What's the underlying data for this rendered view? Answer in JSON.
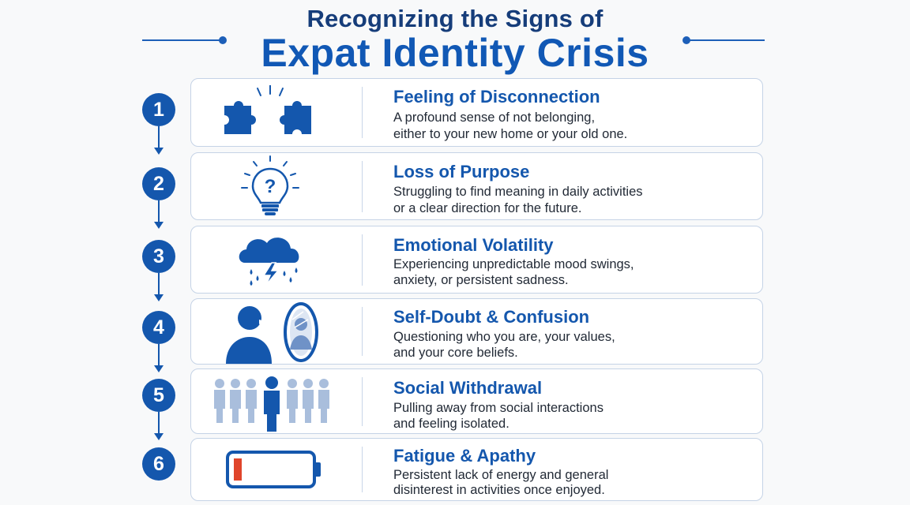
{
  "header": {
    "title_line1": "Recognizing the Signs of",
    "title_line2": "Expat Identity Crisis"
  },
  "colors": {
    "primary": "#1457ad",
    "title_dark": "#163d7a",
    "card_border": "#c5d3e6",
    "battery_low": "#e0452b",
    "faded_person": "#a9bedc"
  },
  "signs": [
    {
      "number": "1",
      "icon": "puzzle-pieces-icon",
      "title": "Feeling of Disconnection",
      "desc_line1": "A profound sense of not belonging,",
      "desc_line2": "either to your new home or your old one."
    },
    {
      "number": "2",
      "icon": "lightbulb-question-icon",
      "title": "Loss of Purpose",
      "desc_line1": "Struggling to find meaning in daily activities",
      "desc_line2": "or a clear direction for the future."
    },
    {
      "number": "3",
      "icon": "storm-cloud-icon",
      "title": "Emotional Volatility",
      "desc_line1": "Experiencing unpredictable mood swings,",
      "desc_line2": "anxiety, or persistent sadness."
    },
    {
      "number": "4",
      "icon": "person-mirror-icon",
      "title": "Self-Doubt & Confusion",
      "desc_line1": "Questioning who you are, your values,",
      "desc_line2": "and your core beliefs."
    },
    {
      "number": "5",
      "icon": "isolated-person-crowd-icon",
      "title": "Social Withdrawal",
      "desc_line1": "Pulling away from social interactions",
      "desc_line2": "and feeling isolated."
    },
    {
      "number": "6",
      "icon": "low-battery-icon",
      "title": "Fatigue & Apathy",
      "desc_line1": "Persistent lack of energy and general",
      "desc_line2": "disinterest in activities once enjoyed."
    }
  ]
}
